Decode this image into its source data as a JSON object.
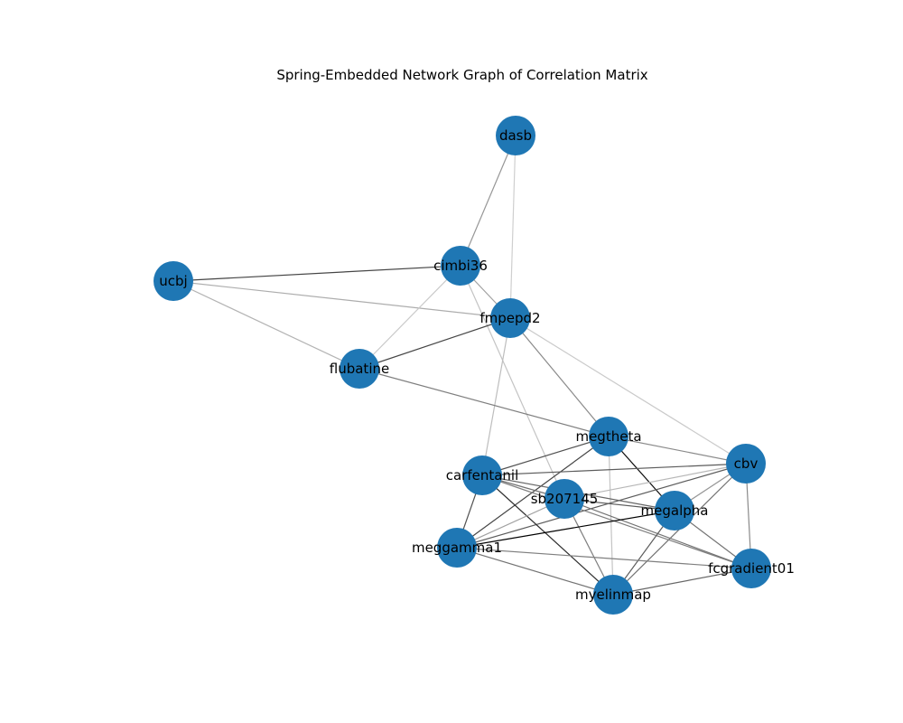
{
  "title": "Spring-Embedded Network Graph of Correlation Matrix",
  "colors": {
    "node": "#1f77b4",
    "label": "#000000",
    "background": "#ffffff"
  },
  "nodes": [
    {
      "id": "dasb",
      "label": "dasb"
    },
    {
      "id": "cimbi36",
      "label": "cimbi36"
    },
    {
      "id": "ucbj",
      "label": "ucbj"
    },
    {
      "id": "fmpepd2",
      "label": "fmpepd2"
    },
    {
      "id": "flubatine",
      "label": "flubatine"
    },
    {
      "id": "megtheta",
      "label": "megtheta"
    },
    {
      "id": "cbv",
      "label": "cbv"
    },
    {
      "id": "carfentanil",
      "label": "carfentanil"
    },
    {
      "id": "sb207145",
      "label": "sb207145"
    },
    {
      "id": "megalpha",
      "label": "megalpha"
    },
    {
      "id": "meggamma1",
      "label": "meggamma1"
    },
    {
      "id": "fcgradient01",
      "label": "fcgradient01"
    },
    {
      "id": "myelinmap",
      "label": "myelinmap"
    }
  ],
  "edges": [
    {
      "source": "dasb",
      "target": "cimbi36",
      "weight": 0.35
    },
    {
      "source": "dasb",
      "target": "fmpepd2",
      "weight": 0.1
    },
    {
      "source": "ucbj",
      "target": "cimbi36",
      "weight": 0.7
    },
    {
      "source": "ucbj",
      "target": "fmpepd2",
      "weight": 0.25
    },
    {
      "source": "ucbj",
      "target": "flubatine",
      "weight": 0.22
    },
    {
      "source": "cimbi36",
      "target": "fmpepd2",
      "weight": 0.3
    },
    {
      "source": "cimbi36",
      "target": "flubatine",
      "weight": 0.12
    },
    {
      "source": "cimbi36",
      "target": "sb207145",
      "weight": 0.15
    },
    {
      "source": "fmpepd2",
      "target": "flubatine",
      "weight": 0.7
    },
    {
      "source": "fmpepd2",
      "target": "megtheta",
      "weight": 0.4
    },
    {
      "source": "fmpepd2",
      "target": "carfentanil",
      "weight": 0.18
    },
    {
      "source": "fmpepd2",
      "target": "cbv",
      "weight": 0.12
    },
    {
      "source": "flubatine",
      "target": "megtheta",
      "weight": 0.45
    },
    {
      "source": "megtheta",
      "target": "cbv",
      "weight": 0.4
    },
    {
      "source": "megtheta",
      "target": "carfentanil",
      "weight": 0.65
    },
    {
      "source": "megtheta",
      "target": "megalpha",
      "weight": 0.95
    },
    {
      "source": "megtheta",
      "target": "meggamma1",
      "weight": 0.7
    },
    {
      "source": "megtheta",
      "target": "myelinmap",
      "weight": 0.15
    },
    {
      "source": "cbv",
      "target": "carfentanil",
      "weight": 0.6
    },
    {
      "source": "cbv",
      "target": "sb207145",
      "weight": 0.2
    },
    {
      "source": "cbv",
      "target": "megalpha",
      "weight": 0.35
    },
    {
      "source": "cbv",
      "target": "meggamma1",
      "weight": 0.6
    },
    {
      "source": "cbv",
      "target": "fcgradient01",
      "weight": 0.4
    },
    {
      "source": "cbv",
      "target": "myelinmap",
      "weight": 0.5
    },
    {
      "source": "carfentanil",
      "target": "sb207145",
      "weight": 0.5
    },
    {
      "source": "carfentanil",
      "target": "megalpha",
      "weight": 0.55
    },
    {
      "source": "carfentanil",
      "target": "meggamma1",
      "weight": 0.65
    },
    {
      "source": "carfentanil",
      "target": "fcgradient01",
      "weight": 0.45
    },
    {
      "source": "carfentanil",
      "target": "myelinmap",
      "weight": 0.8
    },
    {
      "source": "sb207145",
      "target": "megalpha",
      "weight": 0.6
    },
    {
      "source": "sb207145",
      "target": "fcgradient01",
      "weight": 0.5
    },
    {
      "source": "sb207145",
      "target": "myelinmap",
      "weight": 0.45
    },
    {
      "source": "sb207145",
      "target": "meggamma1",
      "weight": 0.3
    },
    {
      "source": "megalpha",
      "target": "meggamma1",
      "weight": 1.0
    },
    {
      "source": "megalpha",
      "target": "fcgradient01",
      "weight": 0.5
    },
    {
      "source": "megalpha",
      "target": "myelinmap",
      "weight": 0.6
    },
    {
      "source": "meggamma1",
      "target": "fcgradient01",
      "weight": 0.45
    },
    {
      "source": "meggamma1",
      "target": "myelinmap",
      "weight": 0.5
    },
    {
      "source": "fcgradient01",
      "target": "myelinmap",
      "weight": 0.55
    }
  ]
}
